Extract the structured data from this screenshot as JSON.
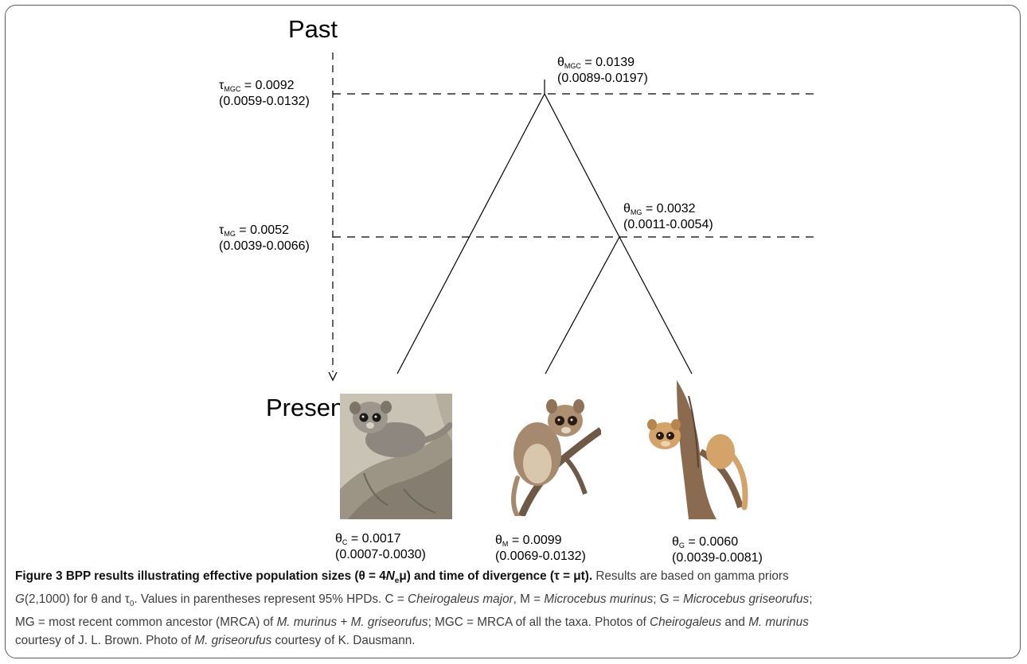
{
  "figure": {
    "axis": {
      "top_label": "Past",
      "bottom_label": "Present"
    },
    "tau_labels": {
      "mgc": {
        "symbol": "τ",
        "sub": "MGC",
        "eq": " =  0.0092",
        "range": "(0.0059-0.0132)"
      },
      "mg": {
        "symbol": "τ",
        "sub": "MG",
        "eq": " = 0.0052",
        "range": "(0.0039-0.0066)"
      }
    },
    "theta_labels": {
      "mgc": {
        "symbol": "θ",
        "sub": "MGC",
        "eq": " = 0.0139",
        "range": "(0.0089-0.0197)"
      },
      "mg": {
        "symbol": "θ",
        "sub": "MG",
        "eq": " = 0.0032",
        "range": "(0.0011-0.0054)"
      },
      "c": {
        "symbol": "θ",
        "sub": "C",
        "eq": " = 0.0017",
        "range": "(0.0007-0.0030)"
      },
      "m": {
        "symbol": "θ",
        "sub": "M",
        "eq": " = 0.0099",
        "range": "(0.0069-0.0132)"
      },
      "g": {
        "symbol": "θ",
        "sub": "G",
        "eq": " = 0.0060",
        "range": "(0.0039-0.0081)"
      }
    },
    "photos": {
      "c": "Cheirogaleus major",
      "m": "Microcebus murinus",
      "g": "Microcebus griseorufus"
    }
  },
  "caption": {
    "label": "Figure 3",
    "title_a": " BPP results illustrating effective population sizes (θ = 4",
    "title_N": "N",
    "title_e": "e",
    "title_b": "μ) and time of divergence (τ = μt).",
    "s1a": " Results are based on gamma priors ",
    "s1G": "G",
    "s1b": "(2,1000) for θ and τ",
    "s1zero": "0",
    "s1c": ". Values in parentheses represent 95% HPDs. C = ",
    "cheiro": "Cheirogaleus major",
    "s2a": ", M = ",
    "murinus": "Microcebus murinus",
    "s2b": "; G = ",
    "griseo": "Microcebus griseorufus",
    "s2c": ";",
    "s3a": "MG = most recent common ancestor (MRCA) of ",
    "mmur": "M. murinus",
    "s3b": " + ",
    "mgri": "M. griseorufus",
    "s3c": "; MGC = MRCA of all the taxa. Photos of ",
    "cheiro_short": "Cheirogaleus",
    "s3d": " and ",
    "mmur2": "M. murinus",
    "s4a": "courtesy of J. L. Brown. Photo of ",
    "mgri2": "M. griseorufus",
    "s4b": " courtesy of K. Dausmann."
  }
}
